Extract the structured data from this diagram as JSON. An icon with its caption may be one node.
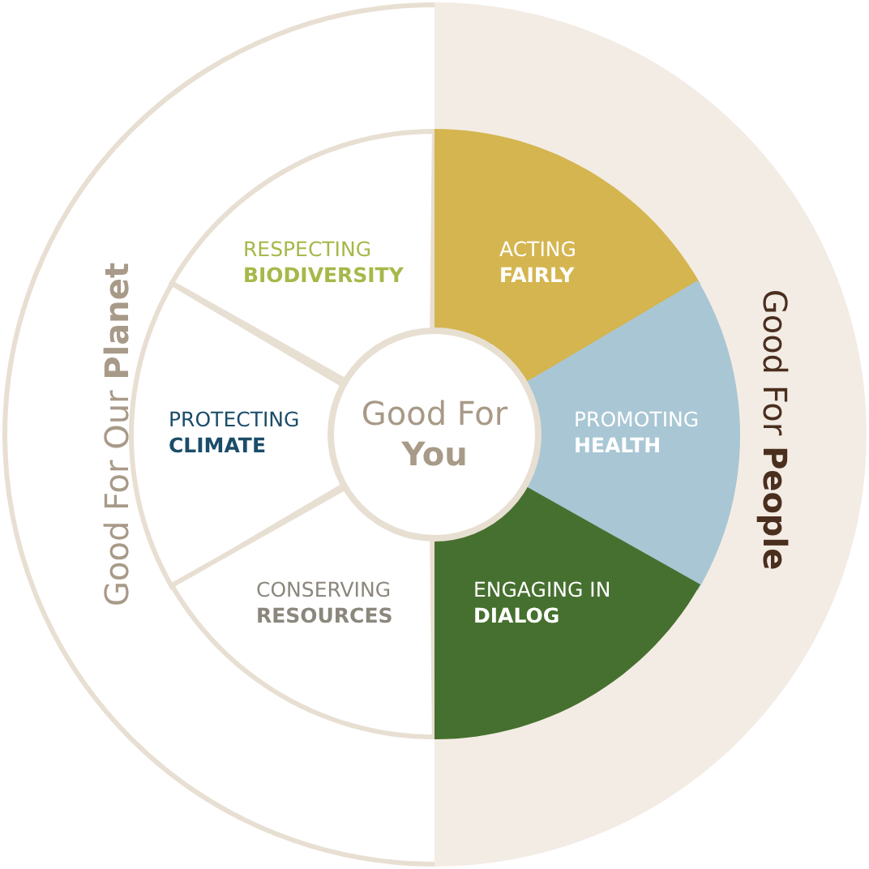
{
  "diagram": {
    "nodes": [
      {
        "text": [
          "Good For Our **Planet**"
        ]
      },
      {
        "text": [
          "RESPECTING **BIODIVERSITY**"
        ],
        "in": 0
      },
      {
        "text": [
          "PROTECTING **CLIMATE**"
        ],
        "in": 0
      },
      {
        "text": [
          "CONSERVING **RESOURCES**"
        ],
        "in": 0
      },
      {
        "text": [
          "Good For **People**"
        ]
      },
      {
        "text": [
          "ACTING **FAIRLY**"
        ],
        "in": 4
      },
      {
        "text": [
          "PROMOTING **HEALTH**"
        ],
        "in": 4
      },
      {
        "text": [
          "ENGAGING IN **DIALOG**"
        ],
        "in": 4
      },
      {
        "text": [
          "Good For **You**"
        ]
      }
    ],
    "edges": []
  }
}
